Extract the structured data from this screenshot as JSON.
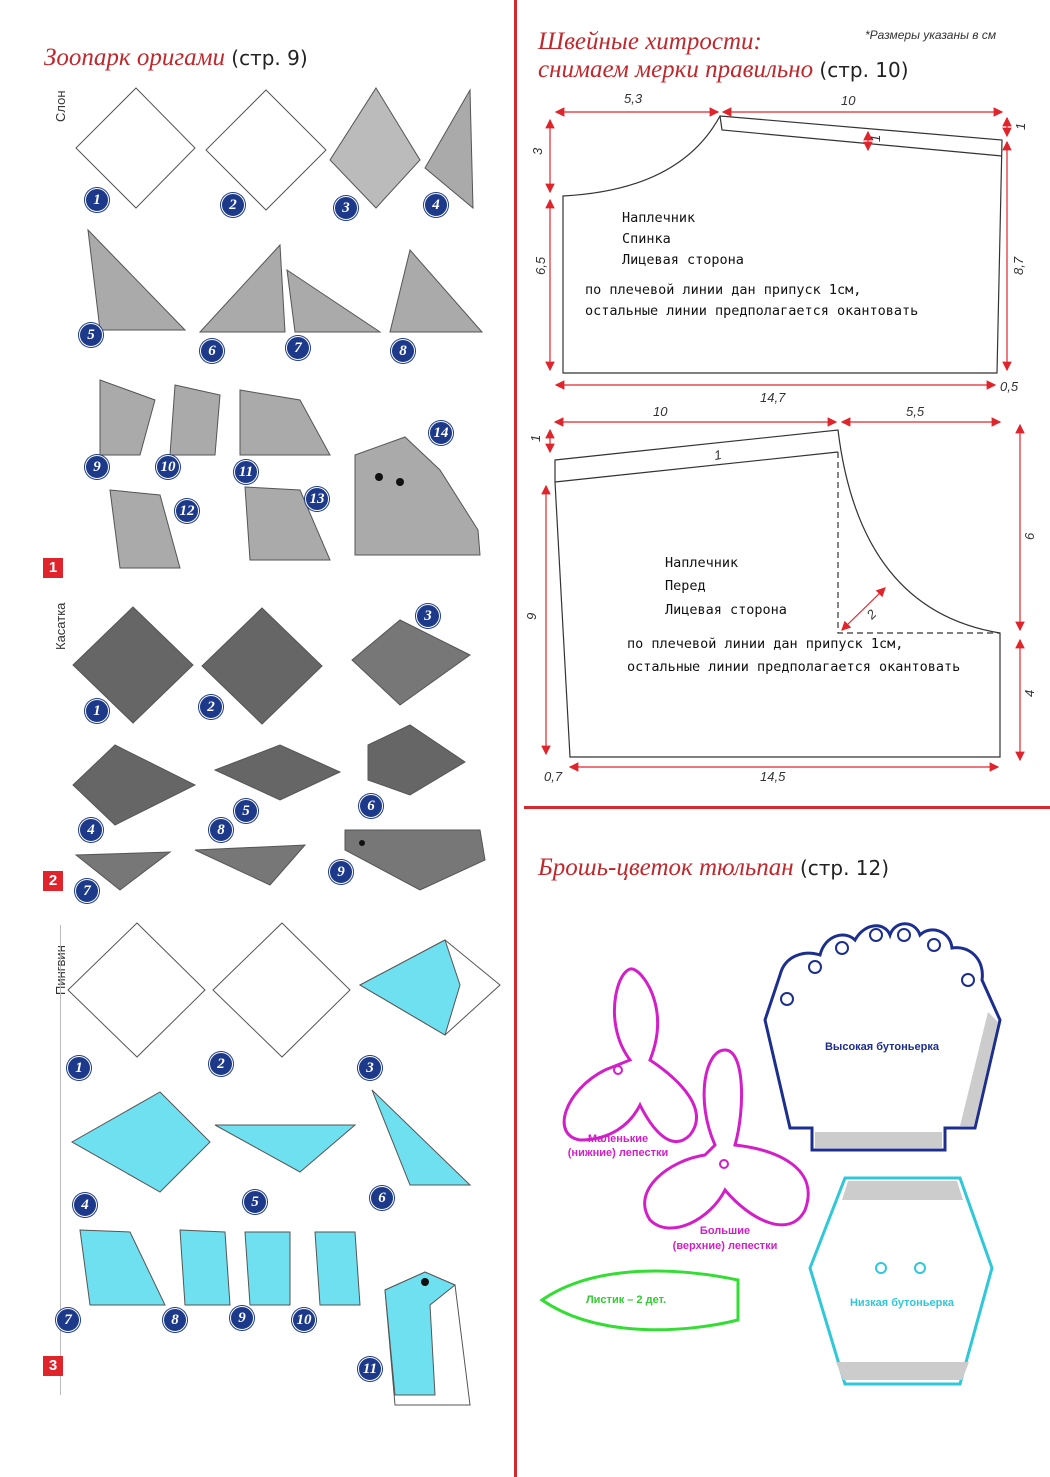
{
  "origami": {
    "title": "Зоопарк оригами",
    "page_ref": "(стр. 9)",
    "sections": [
      {
        "label": "Слон",
        "marker": "1",
        "steps": [
          "1",
          "2",
          "3",
          "4",
          "5",
          "6",
          "7",
          "8",
          "9",
          "10",
          "11",
          "12",
          "13",
          "14"
        ]
      },
      {
        "label": "Касатка",
        "marker": "2",
        "steps": [
          "1",
          "2",
          "3",
          "4",
          "5",
          "6",
          "7",
          "8",
          "9"
        ]
      },
      {
        "label": "Пингвин",
        "marker": "3",
        "steps": [
          "1",
          "2",
          "3",
          "4",
          "5",
          "6",
          "7",
          "8",
          "9",
          "10",
          "11"
        ]
      }
    ]
  },
  "sewing": {
    "title_line1": "Швейные хитрости:",
    "title_line2": "снимаем мерки правильно",
    "page_ref": "(стр. 10)",
    "note": "*Размеры указаны в см",
    "back": {
      "dims": {
        "top_left": "5,3",
        "top_right": "10",
        "left_top": "3",
        "right_top": "1",
        "strip": "1",
        "left": "6,5",
        "right": "8,7",
        "bottom": "14,7",
        "corner": "0,5"
      },
      "labels": [
        "Наплечник",
        "Спинка",
        "Лицевая сторона"
      ],
      "instructions": [
        "по плечевой линии дан припуск 1см,",
        "остальные линии предполагается окантовать"
      ]
    },
    "front": {
      "dims": {
        "top_left": "10",
        "top_right": "5,5",
        "left_top": "1",
        "strip": "1",
        "diag": "2",
        "left": "9",
        "right_top": "6",
        "right_bottom": "4",
        "corner": "0,7",
        "bottom": "14,5"
      },
      "labels": [
        "Наплечник",
        "Перед",
        "Лицевая сторона"
      ],
      "instructions": [
        "по плечевой линии дан припуск 1см,",
        "остальные линии предполагается окантовать"
      ]
    }
  },
  "tulip": {
    "title": "Брошь-цветок тюльпан",
    "page_ref": "(стр. 12)",
    "small_petals": [
      "Маленькие",
      "(нижние) лепестки"
    ],
    "big_petals": [
      "Большие",
      "(верхние) лепестки"
    ],
    "leaf": "Листик – 2 дет.",
    "tall_holder": "Высокая бутоньерка",
    "low_holder": "Низкая бутоньерка",
    "colors": {
      "petals": "#d21fc8",
      "leaf": "#33dd33",
      "tall": "#1c2f8f",
      "low": "#2fc8d8"
    }
  }
}
